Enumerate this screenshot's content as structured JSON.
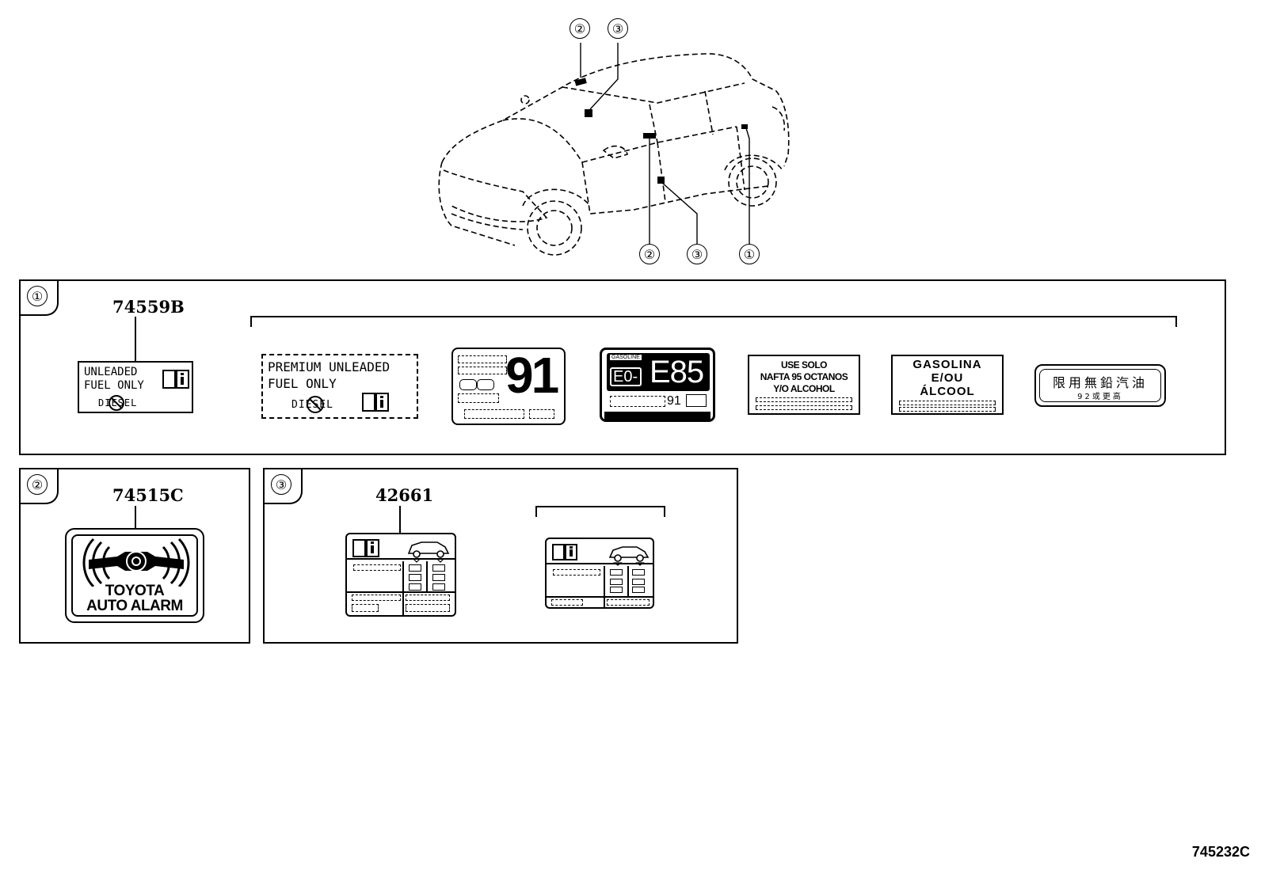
{
  "callouts": {
    "top_2": "②",
    "top_3": "③",
    "bottom_2": "②",
    "bottom_3": "③",
    "bottom_1": "①"
  },
  "panels": {
    "p1": {
      "num": "①",
      "part": "74559B"
    },
    "p2": {
      "num": "②",
      "part": "74515C"
    },
    "p3": {
      "num": "③",
      "part": "42661"
    }
  },
  "labels": {
    "unleaded_main": {
      "line1": "UNLEADED",
      "line2": "FUEL ONLY",
      "diesel": "DIESEL"
    },
    "premium": {
      "line1": "PREMIUM UNLEADED",
      "line2": "FUEL ONLY",
      "diesel": "DIESEL"
    },
    "octane": {
      "value": "91"
    },
    "e85": {
      "small": "GASOLINE",
      "e0": "E0-",
      "e85": "E85",
      "num": "91"
    },
    "nafta": {
      "line1": "USE SOLO",
      "line2": "NAFTA 95 OCTANOS",
      "line3": "Y/O ALCOHOL"
    },
    "gasolina": {
      "line1": "GASOLINA",
      "line2": "E/OU",
      "line3": "ÁLCOOL"
    },
    "chinese": {
      "line1": "限用無鉛汽油",
      "line2": "92或更高"
    },
    "alarm": {
      "line1": "TOYOTA",
      "line2": "AUTO ALARM"
    }
  },
  "diagram_id": "745232C"
}
